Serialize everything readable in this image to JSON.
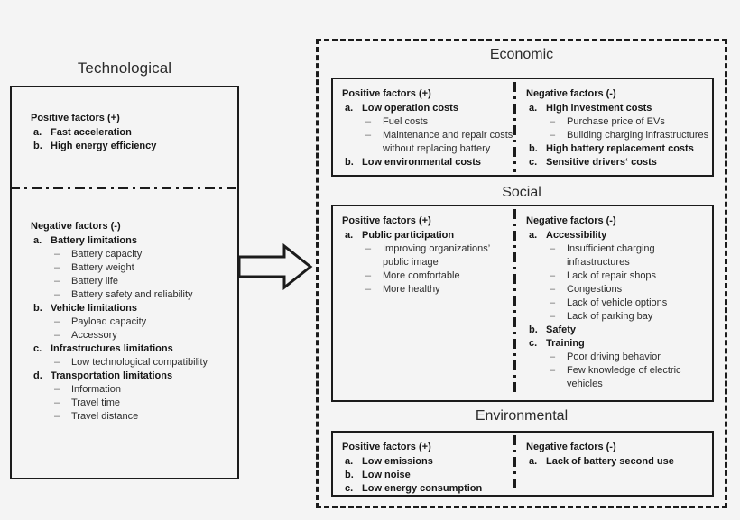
{
  "background_color": "#f4f4f4",
  "line_color": "#1b1b1b",
  "left_panel": {
    "title": "Technological",
    "positive": {
      "heading": "Positive factors (+)",
      "items": [
        {
          "marker": "a.",
          "label": "Fast acceleration",
          "sub": []
        },
        {
          "marker": "b.",
          "label": "High energy efficiency",
          "sub": []
        }
      ]
    },
    "negative": {
      "heading": "Negative factors (-)",
      "items": [
        {
          "marker": "a.",
          "label": "Battery limitations",
          "sub": [
            "Battery capacity",
            "Battery weight",
            "Battery life",
            "Battery safety and reliability"
          ]
        },
        {
          "marker": "b.",
          "label": "Vehicle limitations",
          "sub": [
            "Payload capacity",
            "Accessory"
          ]
        },
        {
          "marker": "c.",
          "label": "Infrastructures limitations",
          "sub": [
            "Low technological compatibility"
          ]
        },
        {
          "marker": "d.",
          "label": "Transportation limitations",
          "sub": [
            "Information",
            "Travel time",
            "Travel distance"
          ]
        }
      ]
    }
  },
  "arrow": {
    "name": "flow-arrow-right"
  },
  "right_panel": {
    "sections": [
      {
        "title": "Economic",
        "positive": {
          "heading": "Positive factors (+)",
          "items": [
            {
              "marker": "a.",
              "label": "Low operation costs",
              "sub": [
                "Fuel costs",
                "Maintenance and repair costs without replacing battery"
              ]
            },
            {
              "marker": "b.",
              "label": "Low environmental costs",
              "sub": []
            }
          ]
        },
        "negative": {
          "heading": "Negative factors (-)",
          "items": [
            {
              "marker": "a.",
              "label": "High investment costs",
              "sub": [
                "Purchase price of EVs",
                "Building charging infrastructures"
              ]
            },
            {
              "marker": "b.",
              "label": "High battery replacement costs",
              "sub": []
            },
            {
              "marker": "c.",
              "label": "Sensitive drivers‘ costs",
              "sub": []
            }
          ]
        }
      },
      {
        "title": "Social",
        "positive": {
          "heading": "Positive factors (+)",
          "items": [
            {
              "marker": "a.",
              "label": "Public participation",
              "sub": [
                "Improving organizations’ public image",
                "More comfortable",
                "More healthy"
              ]
            }
          ]
        },
        "negative": {
          "heading": "Negative factors (-)",
          "items": [
            {
              "marker": "a.",
              "label": "Accessibility",
              "sub": [
                "Insufficient charging infrastructures",
                "Lack of repair shops",
                "Congestions",
                "Lack of vehicle options",
                "Lack of parking bay"
              ]
            },
            {
              "marker": "b.",
              "label": "Safety",
              "sub": []
            },
            {
              "marker": "c.",
              "label": "Training",
              "sub": [
                "Poor driving behavior",
                "Few knowledge of electric vehicles"
              ]
            }
          ]
        }
      },
      {
        "title": "Environmental",
        "positive": {
          "heading": "Positive factors (+)",
          "items": [
            {
              "marker": "a.",
              "label": "Low emissions",
              "sub": []
            },
            {
              "marker": "b.",
              "label": "Low noise",
              "sub": []
            },
            {
              "marker": "c.",
              "label": "Low energy consumption",
              "sub": []
            }
          ]
        },
        "negative": {
          "heading": "Negative factors (-)",
          "items": [
            {
              "marker": "a.",
              "label": "Lack of battery second use",
              "sub": []
            }
          ]
        }
      }
    ]
  }
}
